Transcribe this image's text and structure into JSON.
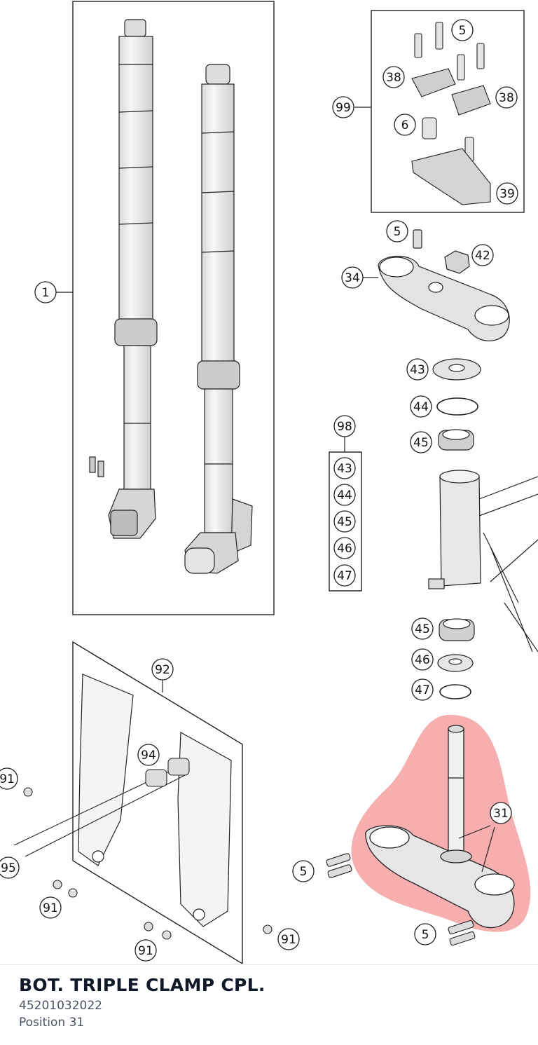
{
  "colors": {
    "highlight": "#f28b8b",
    "line": "#222222",
    "text": "#111827",
    "muted": "#4b5563"
  },
  "diagram": {
    "callouts": {
      "c1": "1",
      "c99": "99",
      "c5a": "5",
      "c38a": "38",
      "c38b": "38",
      "c6": "6",
      "c39": "39",
      "c5b": "5",
      "c42": "42",
      "c34": "34",
      "c43a": "43",
      "c44a": "44",
      "c45a": "45",
      "c98": "98",
      "k43": "43",
      "k44": "44",
      "k45": "45",
      "k46": "46",
      "k47": "47",
      "c45b": "45",
      "c46b": "46",
      "c47b": "47",
      "c92": "92",
      "c94": "94",
      "c91a": "91",
      "c95": "95",
      "c91b": "91",
      "c91c": "91",
      "c91d": "91",
      "c31": "31",
      "c5c": "5",
      "c5d": "5"
    }
  },
  "part": {
    "title": "BOT. TRIPLE CLAMP CPL.",
    "number": "45201032022",
    "position": "Position 31"
  }
}
